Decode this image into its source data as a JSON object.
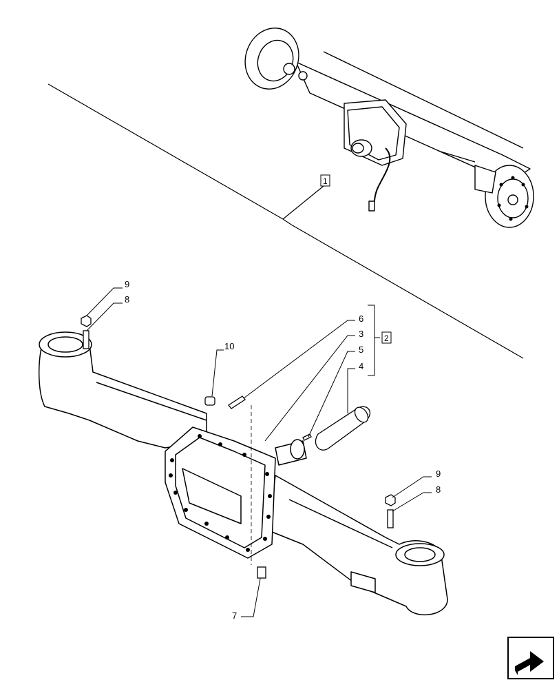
{
  "diagram": {
    "callouts": {
      "c9_left": "9",
      "c8_left": "8",
      "c10": "10",
      "c6": "6",
      "c3": "3",
      "c5": "5",
      "c4": "4",
      "c2_box": "2",
      "c9_right": "9",
      "c8_right": "8",
      "c7": "7",
      "c1_box": "1"
    },
    "nav_icon": "next-page-arrow-icon"
  }
}
